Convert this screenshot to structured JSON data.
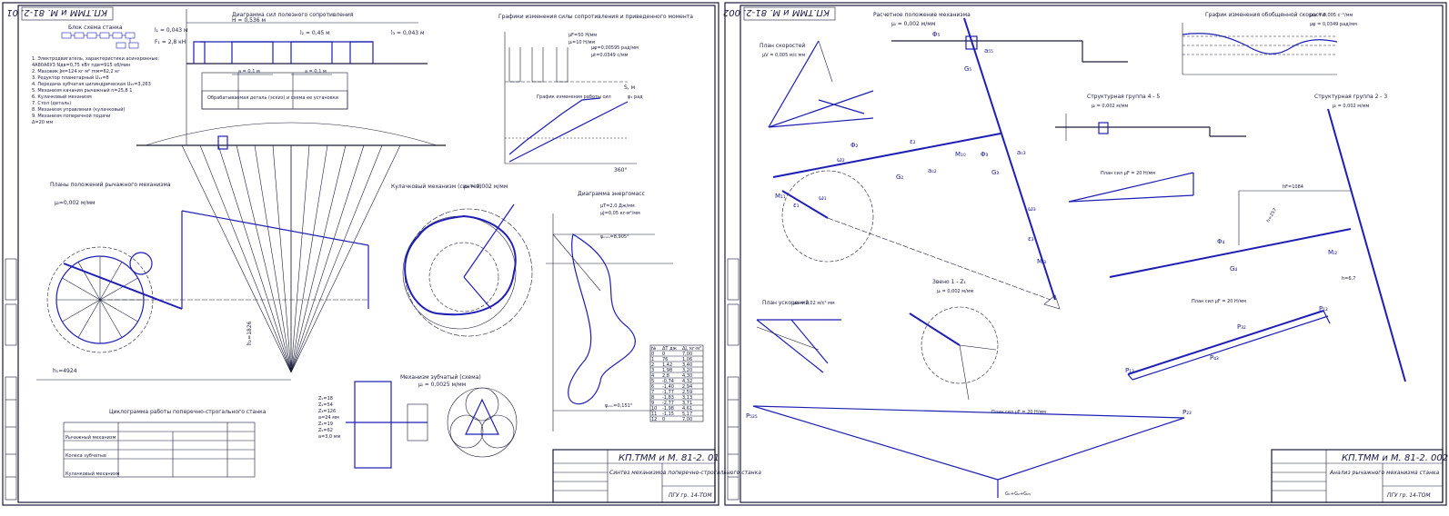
{
  "sheet1": {
    "code_top": "КП.ТММ и М. 81-2. 01",
    "code_stamp": "КП.ТММ и М. 81-2. 01",
    "stamp_title": "Синтез механизмов поперечно-строгального станка",
    "stamp_group": "ПГУ гр. 14-ТОМ",
    "forces_title": "Диаграмма  сил полезного сопротивления",
    "H": "H = 0,536 м",
    "l1": "l₁ = 0,043 м",
    "l2": "l₂ = 0,45 м",
    "l3": "l₃ = 0,043 м",
    "Fx": "F₁ = 2,8 кН",
    "a1": "a = 0,1 м",
    "a2": "a = 0,1 м",
    "workpiece": "Обрабатываемая деталь (эскиз) и схема ее установки",
    "block_title": "Блок схема  станка",
    "spec": [
      "1. Электродвигатель, характеристики асинхронные:",
      "4А80А6У3     Nдв=0,75 кВт  nдв=915 об/мин",
      "2. Маховик  Jм=124 кг·м²   mм=62,2 кг",
      "3. Редуктор  планетарный     U₁₂=8",
      "4. Передача  зубчатая  цилиндрическая  U₄₅=3,263",
      "5. Механизм  качания  рычажный    n=25,8 1",
      "6. Кулачковый механизм",
      "7. Стол (деталь)",
      "8. Механизм  управления  (кулачковый)",
      "9. Механизм  поперечной  подачи ",
      "                                               Δ=20 мм"
    ],
    "pos_title": "Планы положений рычажного механизма",
    "pos_scale": "μₗ=0,002 м/мм",
    "h1": "h₁=4924",
    "h2": "h₂=1826",
    "graph_title": "Графики изменения силы сопротивления  и  приведенного момента",
    "mu_f": "μF=50 Н/мм",
    "mu_l": "μₗ=10 Н/мм",
    "mu_phi": "μφ=0,00595 рад/мм",
    "mu_t": "μt=0,0349 с/мм",
    "work_title": "График изменения работы сил",
    "phi_rad": "φ₁ рад",
    "deg360": "360°",
    "S_m": "S, м",
    "cam_title": "Кулачковый механизм (синтез)",
    "cam_scale": "μₗ = 0,002 м/мм",
    "energy_title": "Диаграмма энергомасс",
    "mu_e1": "μT=2,0 Дж/мм",
    "mu_e2": "μJ=0,05 кг·м²/мм",
    "psi_max": "ψₘₐₓ=8,905°",
    "psi_min": "ψₘᵢₙ=0,151°",
    "gear_title": "Механизм зубчатый (схема)",
    "gear_scale": "μₗ = 0,0025 м/мм",
    "gear_params": [
      "Z₁=18",
      "Z₂=54",
      "Z₃=126",
      "a=24 мм",
      "Z₄=19",
      "Z₅=62",
      "a=3,0 мм"
    ],
    "cyclo_title": "Циклограмма работы поперечно-строгального станка",
    "cyclo_rows": [
      "Рычажный механизм",
      "Колеса зубчатые",
      "Кулачковый механизм"
    ],
    "table_head": [
      "№",
      "ΔT дж",
      "ΔJ, кг·м²"
    ],
    "table_rows": [
      [
        "0",
        "0",
        "7,00"
      ],
      [
        "1",
        "76",
        "1,06"
      ],
      [
        "2",
        "1,42",
        "3,40"
      ],
      [
        "3",
        "1,98",
        "3,20"
      ],
      [
        "4",
        "2,8",
        "4,30"
      ],
      [
        "5",
        "-0,74",
        "4,32"
      ],
      [
        "6",
        "-1,40",
        "2,94"
      ],
      [
        "7",
        "-1,77",
        "2,59"
      ],
      [
        "8",
        "-1,83",
        "3,13"
      ],
      [
        "9",
        "-2,77",
        "3,71"
      ],
      [
        "10",
        "-1,98",
        "4,61"
      ],
      [
        "11",
        "-1,15",
        "5,17"
      ],
      [
        "12",
        "0",
        "7,00"
      ]
    ]
  },
  "sheet2": {
    "code_top": "КП.ТММ и М. 81-2. 002",
    "code_stamp": "КП.ТММ и М. 81-2. 002",
    "stamp_title": "Анализ рычажного механизма станка",
    "stamp_group": "ПГУ гр. 14-ТОМ",
    "calc_title": "Расчетное положение механизма",
    "calc_scale": "μₗ = 0,002 м/мм",
    "vel_title": "План скоростей",
    "vel_scale": "μV = 0,005 м/с мм",
    "acc_title": "План ускорений",
    "acc_scale": "μa = 0,02 м/с² мм",
    "speed_graph_title": "График изменения обобщенной скорости",
    "speed_mu1": "μω = 0,005 с⁻¹/мм",
    "speed_mu2": "μφ = 0,0349 рад/мм",
    "group45_title": "Структурная группа  4 - 5",
    "group45_scale": "μₗ = 0,002 м/мм",
    "group23_title": "Структурная группа  2 - 3",
    "group23_scale": "μₗ = 0,002 м/мм",
    "link12_title": "Звено 1 - Z₁",
    "link12_scale": "μₗ = 0,002 м/мм",
    "forces1": "План сил   μF = 20 Н/мм",
    "forces2": "План сил   μF = 20 Н/мм",
    "forces3": "План сил   μF = 20 Н/мм",
    "hF": "hF=1084",
    "h257": "h=257",
    "h67": "h=6,7",
    "G_sum": "G₁+G₂+G₂₅",
    "labels": [
      "Φ₅",
      "G₅",
      "a₅₅",
      "Φ₂",
      "ω₂",
      "ε₂",
      "G₂",
      "aₛ₂",
      "M₁₀",
      "Φ₃",
      "G₃",
      "aₛ₃",
      "ω₃",
      "ε₃",
      "Mᵢ₃",
      "ω₁",
      "ε₁",
      "M₁₁",
      "P₅₂₅",
      "P₂₃",
      "P₁₃",
      "P₁₂",
      "P₃₂",
      "P₄₃",
      "Φ₄",
      "G₄",
      "Mᵢ₂"
    ]
  },
  "colors": {
    "ink": "#1c1c3a",
    "blue": "#1e1eb4",
    "paper": "#ffffff"
  }
}
